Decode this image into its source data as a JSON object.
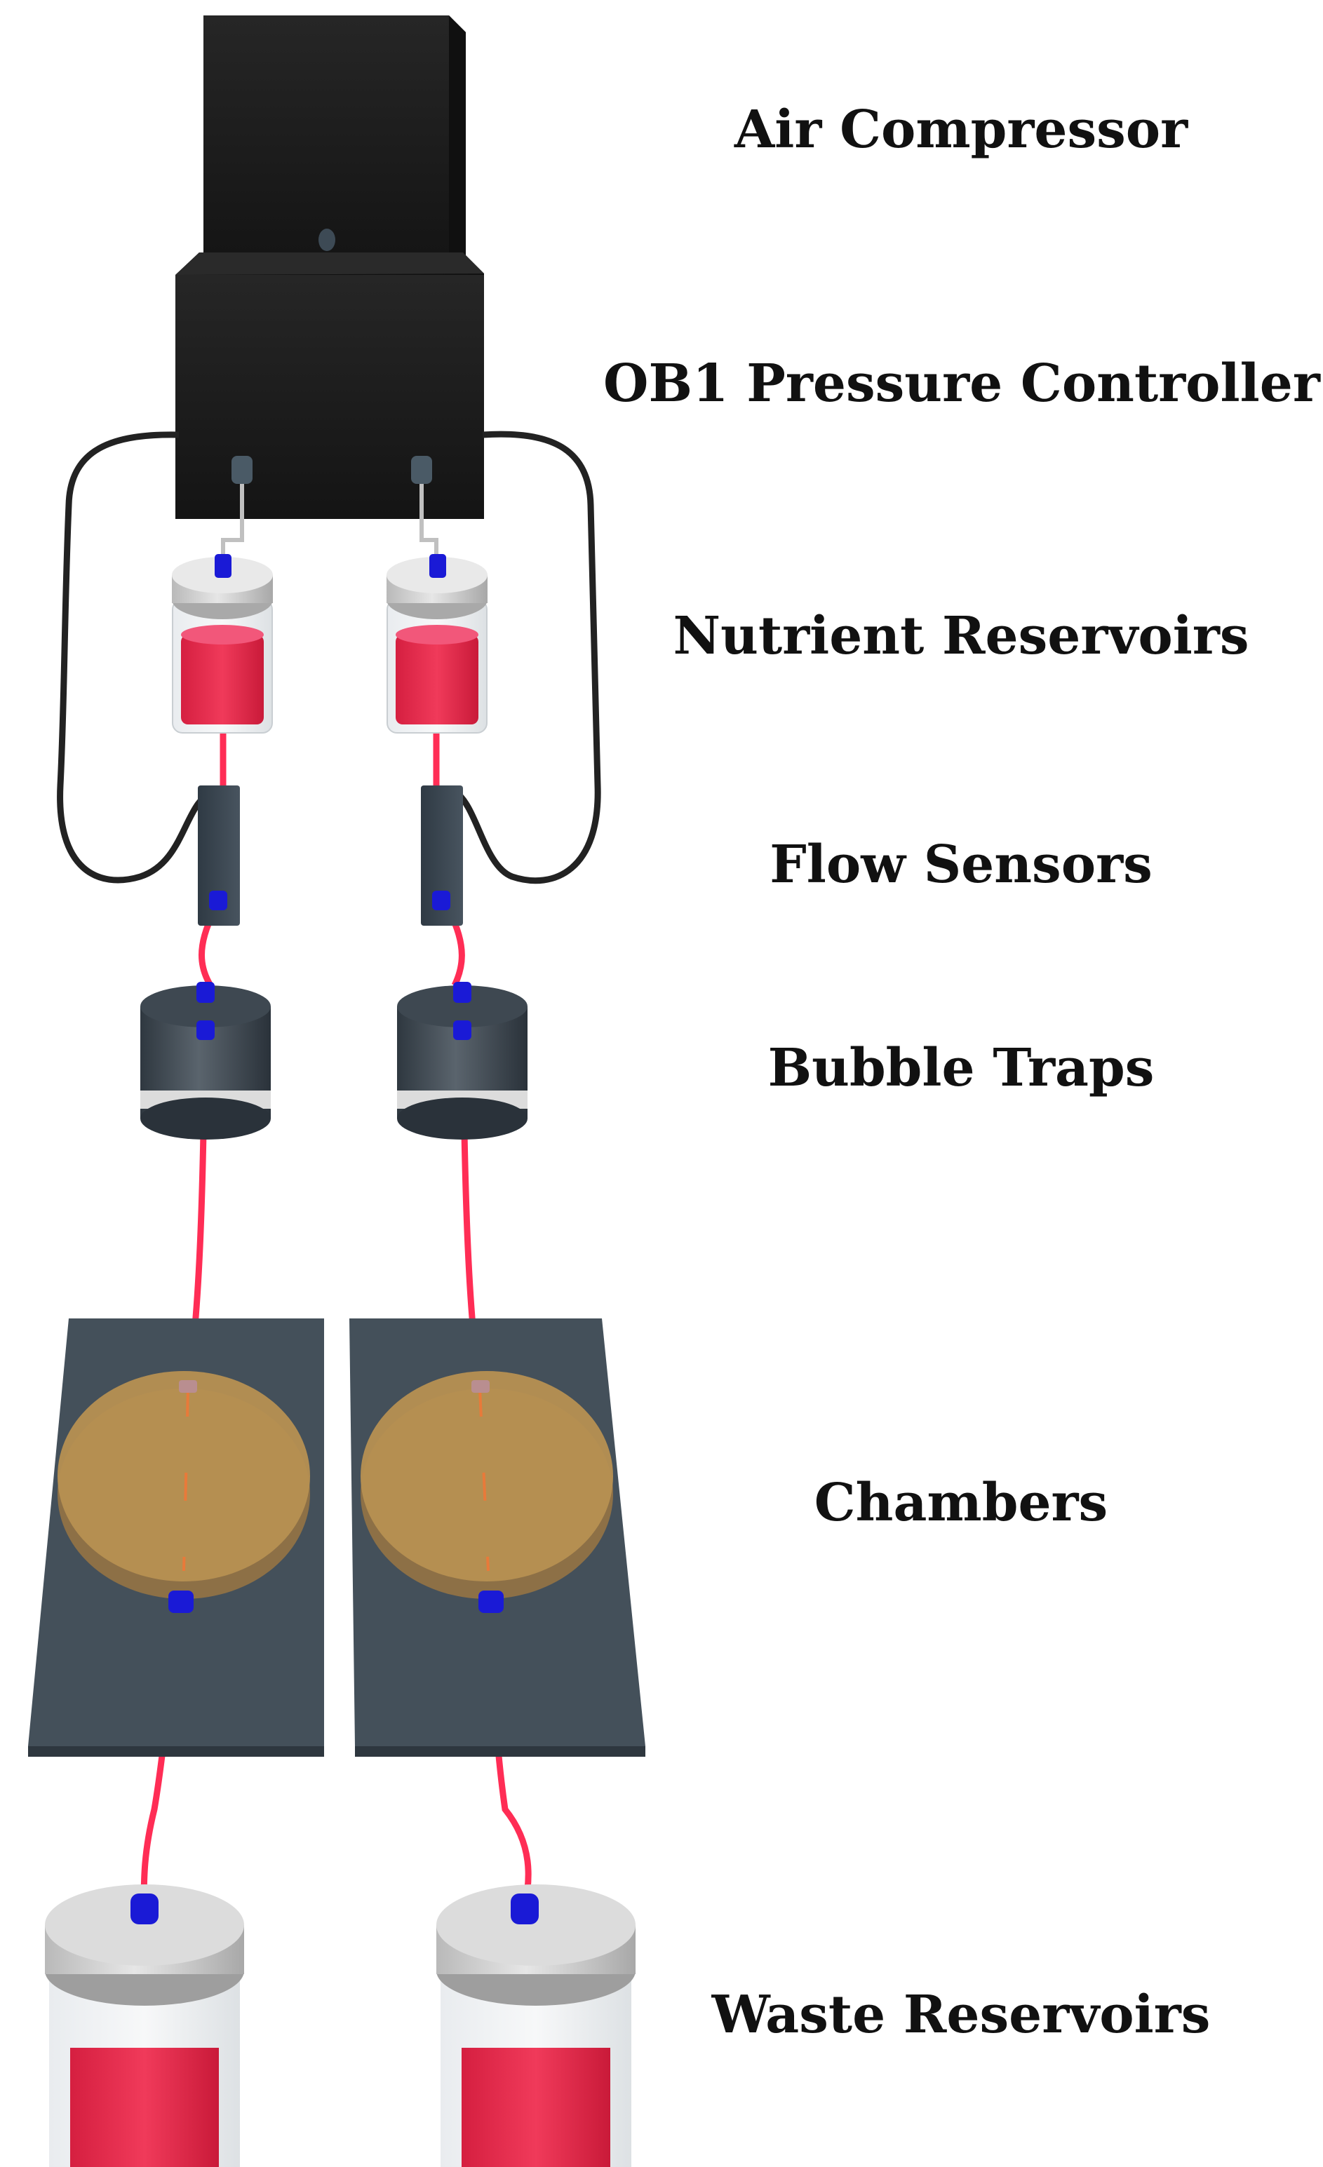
{
  "labels": {
    "air_compressor": "Air Compressor",
    "pressure_controller": "OB1 Pressure Controller",
    "nutrient_reservoirs": "Nutrient Reservoirs",
    "flow_sensors": "Flow Sensors",
    "bubble_traps": "Bubble Traps",
    "chambers": "Chambers",
    "waste_reservoirs": "Waste Reservoirs"
  },
  "colors": {
    "box": "#1e1e1e",
    "tube_red": "#ff2d55",
    "tube_black": "#222222",
    "fitting_blue": "#1a1ad6",
    "liquid": "#e8284a",
    "cap_gray": "#cfcfcf",
    "slab": "#44505a",
    "chamber_disc": "#b79052",
    "trap_body": "#414b55"
  }
}
